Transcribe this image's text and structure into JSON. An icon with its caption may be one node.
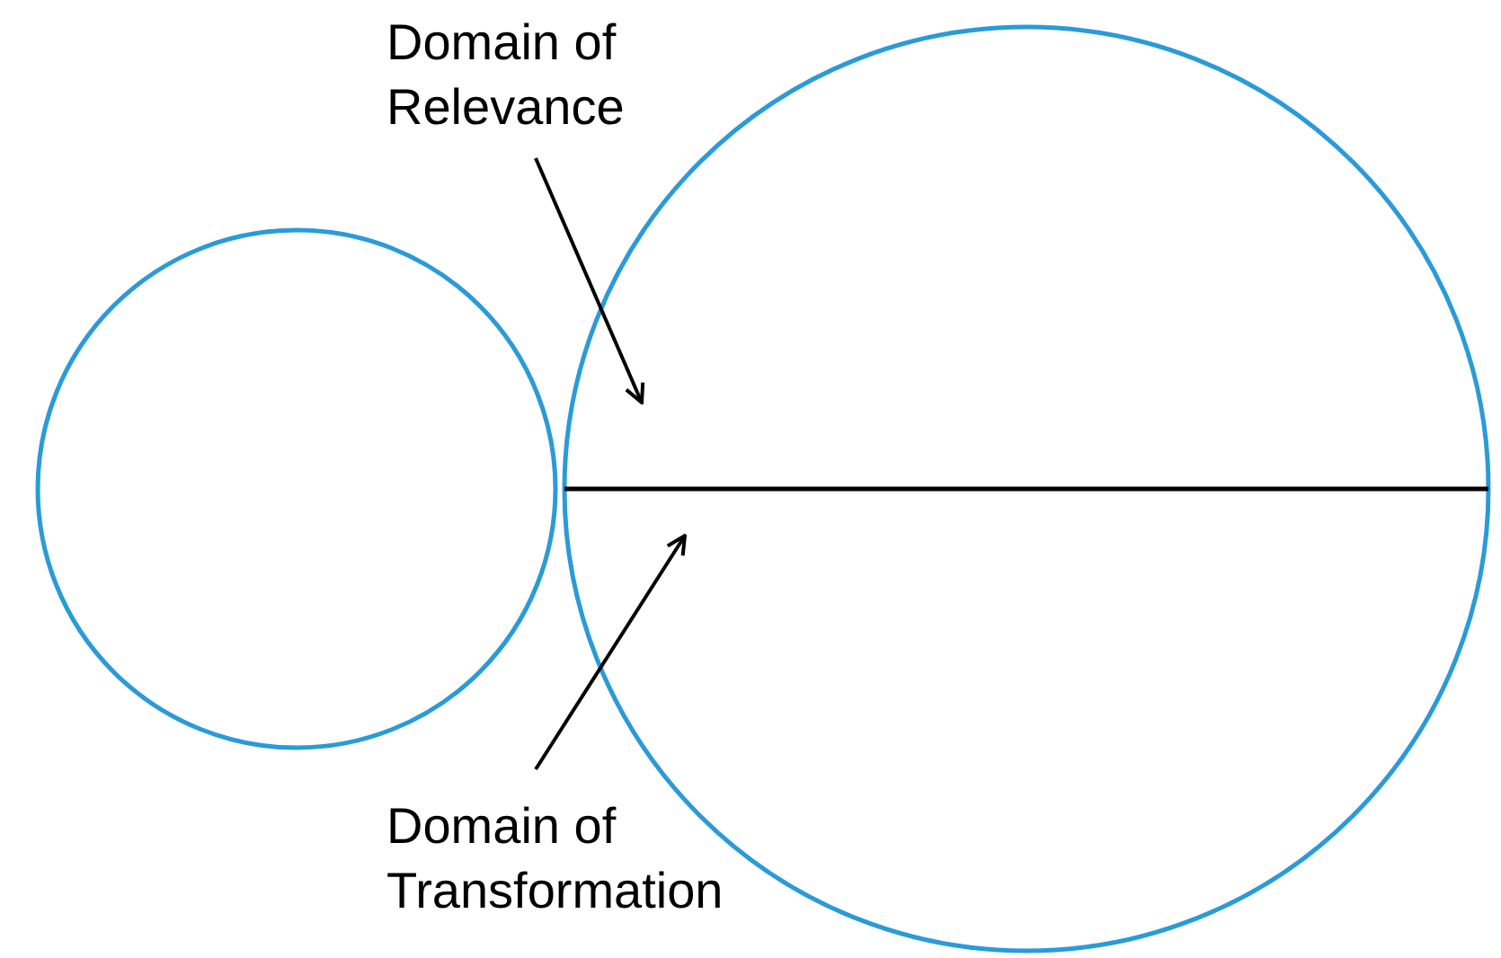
{
  "diagram": {
    "nodes": [
      {
        "text": [
          "Domain of Relevance"
        ]
      },
      {
        "text": [
          "Domain of Transformation"
        ]
      },
      {
        "text": [],
        "shape": "circle"
      },
      {
        "text": [],
        "shape": "circle"
      }
    ],
    "edges": [
      {
        "from": 0,
        "to": 3,
        "arrow": "to"
      },
      {
        "from": 1,
        "to": 3,
        "arrow": "to"
      }
    ]
  }
}
